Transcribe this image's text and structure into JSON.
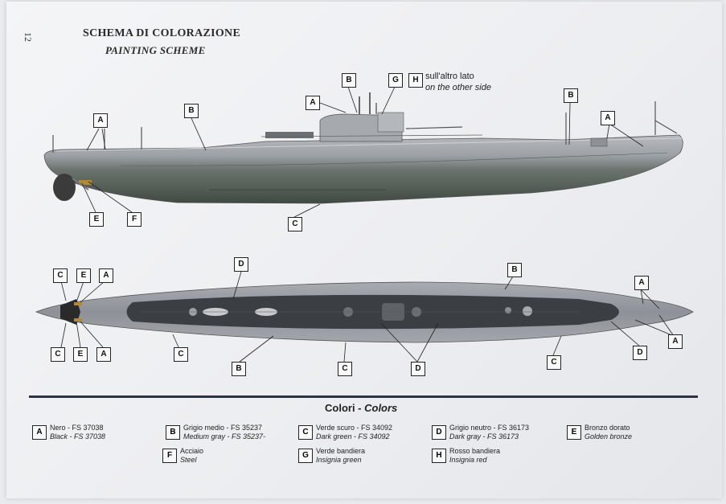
{
  "page_number": "12",
  "header": {
    "title_it": "SCHEMA DI COLORAZIONE",
    "title_en": "PAINTING SCHEME"
  },
  "note": {
    "line_it": "sull'altro lato",
    "line_en": "on the other side"
  },
  "callouts": {
    "side": [
      "A",
      "B",
      "B",
      "A",
      "G",
      "H",
      "B",
      "A",
      "E",
      "F",
      "C"
    ],
    "top": [
      "C",
      "E",
      "A",
      "D",
      "B",
      "A",
      "C",
      "E",
      "A",
      "C",
      "B",
      "C",
      "D",
      "C",
      "D",
      "A"
    ]
  },
  "colors_section": {
    "title": "Colori - ",
    "title_en": "Colors"
  },
  "legend": [
    {
      "code": "A",
      "name_it": "Nero - FS 37038",
      "name_en": "Black - FS 37038"
    },
    {
      "code": "B",
      "name_it": "Grigio medio - FS 35237",
      "name_en": "Medium gray - FS 35237-"
    },
    {
      "code": "C",
      "name_it": "Verde scuro - FS 34092",
      "name_en": "Dark green - FS 34092"
    },
    {
      "code": "D",
      "name_it": "Grigio neutro - FS 36173",
      "name_en": "Dark gray - FS 36173"
    },
    {
      "code": "E",
      "name_it": "Bronzo dorato",
      "name_en": "Golden bronze"
    },
    {
      "code": "F",
      "name_it": "Acciaio",
      "name_en": "Steel"
    },
    {
      "code": "G",
      "name_it": "Verde bandiera",
      "name_en": "Insignia green"
    },
    {
      "code": "H",
      "name_it": "Rosso bandiera",
      "name_en": "Insignia red"
    }
  ],
  "palette": {
    "hull_gray": "#9a9da2",
    "hull_green": "#4a554c",
    "deck_dark": "#3b3e42",
    "rule": "#2c3442"
  }
}
